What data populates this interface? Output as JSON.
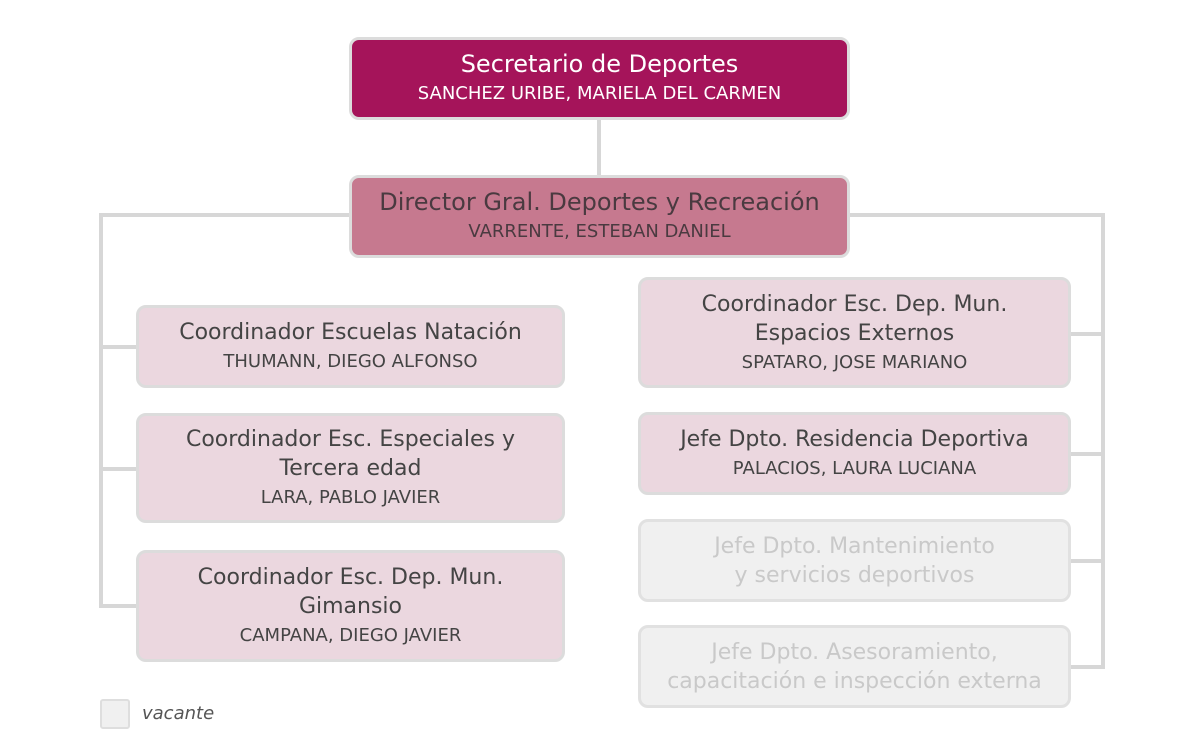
{
  "nodes": [
    {
      "id": "secretario",
      "level": "top",
      "title": [
        "Secretario de Deportes"
      ],
      "name": "SANCHEZ URIBE, MARIELA DEL CARMEN"
    },
    {
      "id": "director",
      "level": "dir",
      "title": [
        "Director Gral. Deportes y Recreación"
      ],
      "name": "VARRENTE,  ESTEBAN DANIEL"
    },
    {
      "id": "natacion",
      "level": "sub",
      "title": [
        "Coordinador Escuelas Natación"
      ],
      "name": "THUMANN, DIEGO ALFONSO"
    },
    {
      "id": "especiales",
      "level": "sub",
      "title": [
        "Coordinador Esc. Especiales y",
        "Tercera edad"
      ],
      "name": "LARA, PABLO JAVIER"
    },
    {
      "id": "gimnasio",
      "level": "sub",
      "title": [
        "Coordinador Esc. Dep. Mun.",
        "Gimansio"
      ],
      "name": "CAMPANA, DIEGO JAVIER"
    },
    {
      "id": "externos",
      "level": "sub",
      "title": [
        "Coordinador Esc. Dep. Mun.",
        "Espacios Externos"
      ],
      "name": "SPATARO, JOSE MARIANO"
    },
    {
      "id": "residencia",
      "level": "sub",
      "title": [
        "Jefe Dpto. Residencia Deportiva"
      ],
      "name": "PALACIOS, LAURA LUCIANA"
    },
    {
      "id": "mantenimiento",
      "level": "vac",
      "title": [
        "Jefe Dpto. Mantenimiento",
        "y servicios deportivos"
      ],
      "name": ""
    },
    {
      "id": "asesoramiento",
      "level": "vac",
      "title": [
        "Jefe Dpto. Asesoramiento,",
        "capacitación e inspección externa"
      ],
      "name": ""
    }
  ],
  "edges": [
    {
      "from": "secretario",
      "to": "director"
    },
    {
      "from": "director",
      "to": "natacion"
    },
    {
      "from": "director",
      "to": "especiales"
    },
    {
      "from": "director",
      "to": "gimnasio"
    },
    {
      "from": "director",
      "to": "externos"
    },
    {
      "from": "director",
      "to": "residencia"
    },
    {
      "from": "director",
      "to": "mantenimiento"
    },
    {
      "from": "director",
      "to": "asesoramiento"
    }
  ],
  "colors": {
    "top": "#a5145a",
    "dir": "#c6798f",
    "sub": "#ebd7df",
    "vac": "#f0f0f0",
    "connector": "#d7d7d7"
  },
  "legend": {
    "label": "vacante"
  }
}
